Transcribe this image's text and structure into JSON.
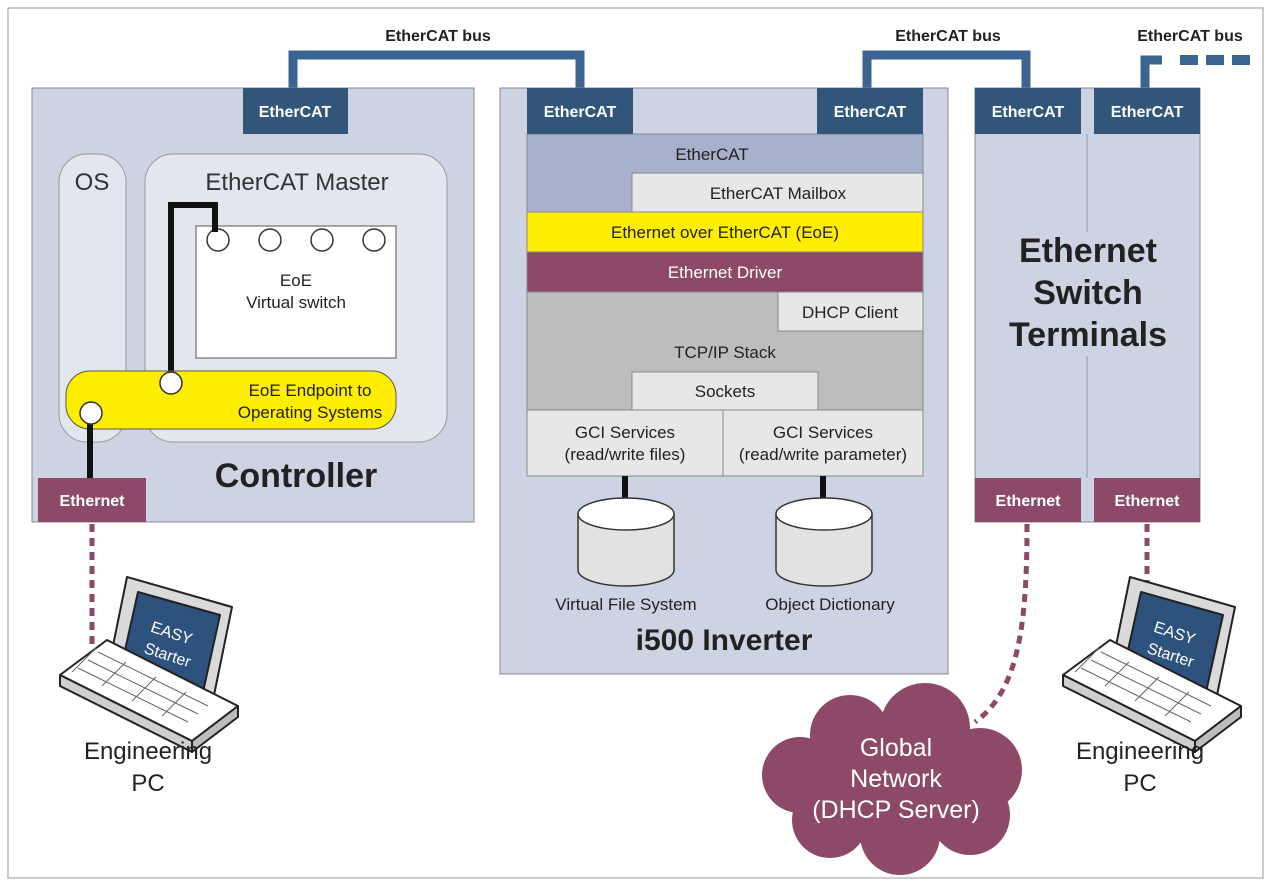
{
  "bus_labels": [
    "EtherCAT bus",
    "EtherCAT bus",
    "EtherCAT bus"
  ],
  "controller": {
    "title": "Controller",
    "ethercat_port": "EtherCAT",
    "os_label": "OS",
    "master_label": "EtherCAT Master",
    "virtual_switch": [
      "EoE",
      "Virtual switch"
    ],
    "endpoint": [
      "EoE Endpoint to",
      "Operating Systems"
    ],
    "ethernet_port": "Ethernet"
  },
  "inverter": {
    "title": "i500 Inverter",
    "ethercat_port_in": "EtherCAT",
    "ethercat_port_out": "EtherCAT",
    "layer_ethercat": "EtherCAT",
    "layer_mailbox": "EtherCAT Mailbox",
    "layer_eoe": "Ethernet over EtherCAT (EoE)",
    "layer_driver": "Ethernet Driver",
    "layer_dhcp": "DHCP Client",
    "layer_tcpip": "TCP/IP Stack",
    "layer_sockets": "Sockets",
    "gci_files": [
      "GCI Services",
      "(read/write files)"
    ],
    "gci_params": [
      "GCI Services",
      "(read/write parameter)"
    ],
    "db_files": "Virtual File System",
    "db_params": "Object Dictionary"
  },
  "switch_terminals": {
    "title": [
      "Ethernet",
      "Switch",
      "Terminals"
    ],
    "ethercat_ports": [
      "EtherCAT",
      "EtherCAT"
    ],
    "ethernet_ports": [
      "Ethernet",
      "Ethernet"
    ]
  },
  "engineering_pc_left": {
    "screen": [
      "EASY",
      "Starter"
    ],
    "label": [
      "Engineering",
      "PC"
    ]
  },
  "engineering_pc_right": {
    "screen": [
      "EASY",
      "Starter"
    ],
    "label": [
      "Engineering",
      "PC"
    ]
  },
  "cloud": [
    "Global",
    "Network",
    "(DHCP Server)"
  ],
  "colors": {
    "panel": "#cdd3e2",
    "blue_port": "#31567a",
    "bus_line": "#3b6590",
    "maroon": "#8c4a68",
    "yellow": "#ffee00",
    "grey_block": "#bdbdbd",
    "light_block": "#e7e7ea",
    "ethercat_layer": "#a7b1cc"
  }
}
